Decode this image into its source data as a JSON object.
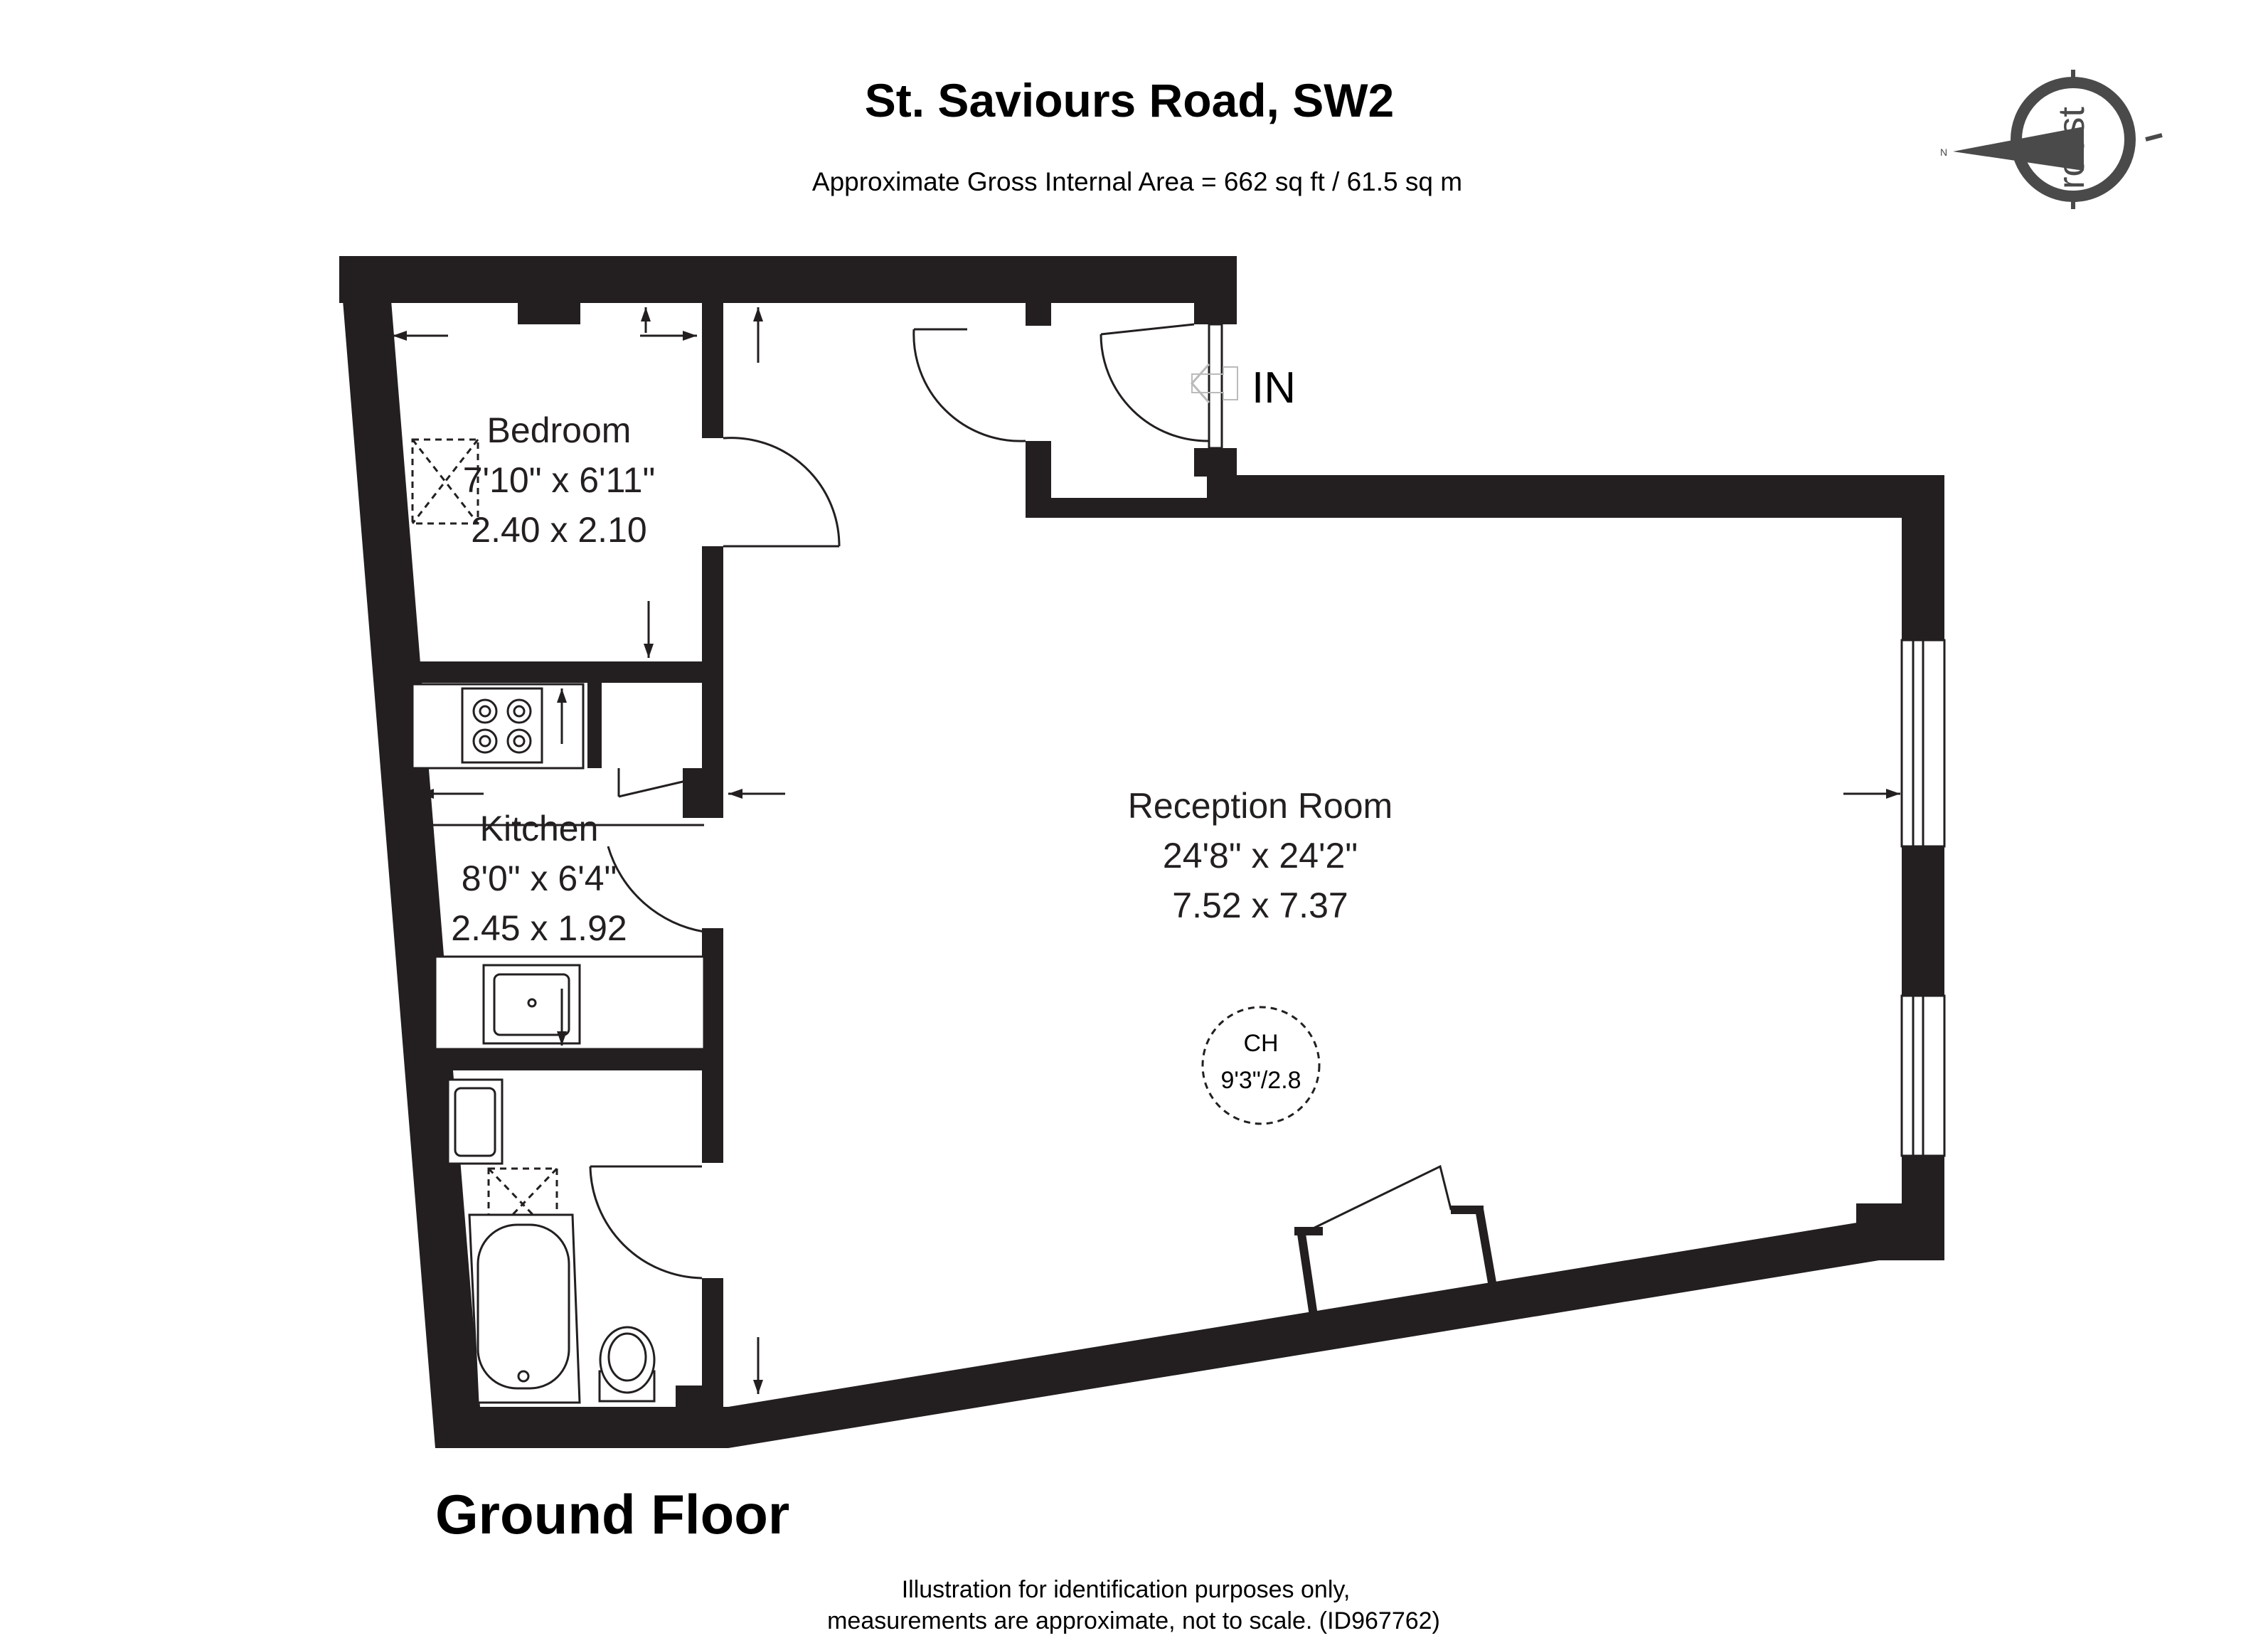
{
  "header": {
    "title": "St. Saviours Road, SW2",
    "area": "Approximate Gross Internal Area =  662 sq ft / 61.5 sq m"
  },
  "logo": {
    "text": "roost",
    "north": "N"
  },
  "rooms": {
    "bedroom": {
      "name": "Bedroom",
      "imperial": "7'10\" x 6'11\"",
      "metric": "2.40 x 2.10"
    },
    "kitchen": {
      "name": "Kitchen",
      "imperial": "8'0\" x 6'4\"",
      "metric": "2.45 x 1.92"
    },
    "reception": {
      "name": "Reception Room",
      "imperial": "24'8\" x 24'2\"",
      "metric": "7.52 x 7.37"
    }
  },
  "ceiling": {
    "label": "CH",
    "value": "9'3\"/2.8"
  },
  "entrance": {
    "label": "IN"
  },
  "floor": {
    "label": "Ground Floor"
  },
  "footer": {
    "line1": "Illustration for identification purposes only,",
    "line2": "measurements are approximate, not to scale. (ID967762)"
  }
}
